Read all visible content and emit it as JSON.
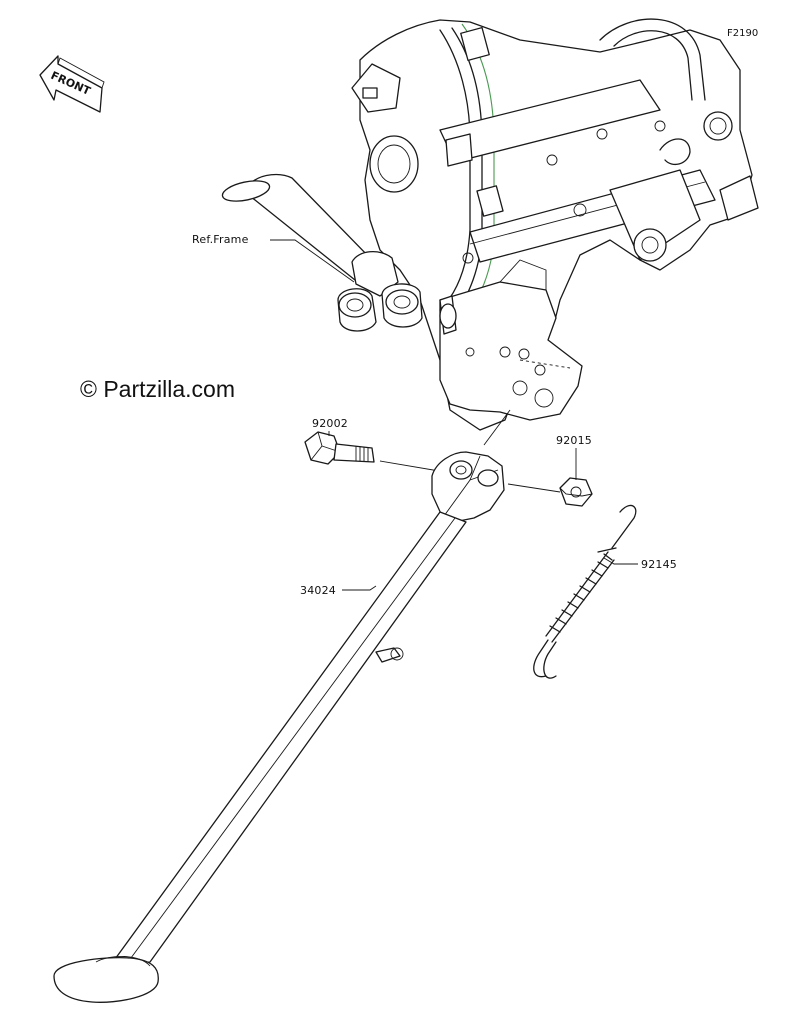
{
  "diagram": {
    "code": "F2190",
    "watermark": "© Partzilla.com",
    "front_label": "FRONT",
    "callouts": {
      "ref_frame": "Ref.Frame",
      "bolt": "92002",
      "nut": "92015",
      "spring": "92145",
      "stand": "34024"
    }
  }
}
